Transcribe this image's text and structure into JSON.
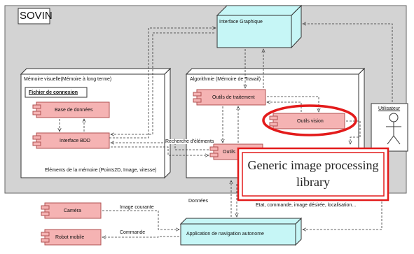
{
  "system": {
    "label": "SOVIN"
  },
  "nodes": {
    "interface_graphique": "Interface Graphique",
    "memoire_visuelle": "Mémoire visuelle(Mémoire à long terme)",
    "algorithmie": "Algorithmie (Mémoire de Travail)",
    "application_navigation": "Application de navigation autonome"
  },
  "components": {
    "fichier_connexion": "Fichier de connexion",
    "base_de_donnees": "Base de données",
    "interface_bdd": "Interface BDD",
    "outils_traitement": "Outils de traitement",
    "outils_vision": "Outils vision",
    "outils_partial": "Outils",
    "camera": "Caméra",
    "robot_mobile": "Robot mobile"
  },
  "actors": {
    "utilisateur": "Utilisateur"
  },
  "labels": {
    "recherche_elements": "Recherche d'éléments",
    "elements_memoire": "Eléments de la mémoire (Points2D, Image, vitesse)",
    "donnees": "Données",
    "etat_commande": "Etat, commande, image désirée, localisation...",
    "image_courante": "Image courante",
    "commande": "Commande"
  },
  "callout": {
    "text": "Generic image processing library"
  },
  "colors": {
    "system_fill": "#d3d3d3",
    "node_fill": "#ffffff",
    "component_fill": "#f5b3b3",
    "component_stroke": "#b05050",
    "interface_fill": "#c6f6f6",
    "highlight": "#e31b1b"
  }
}
